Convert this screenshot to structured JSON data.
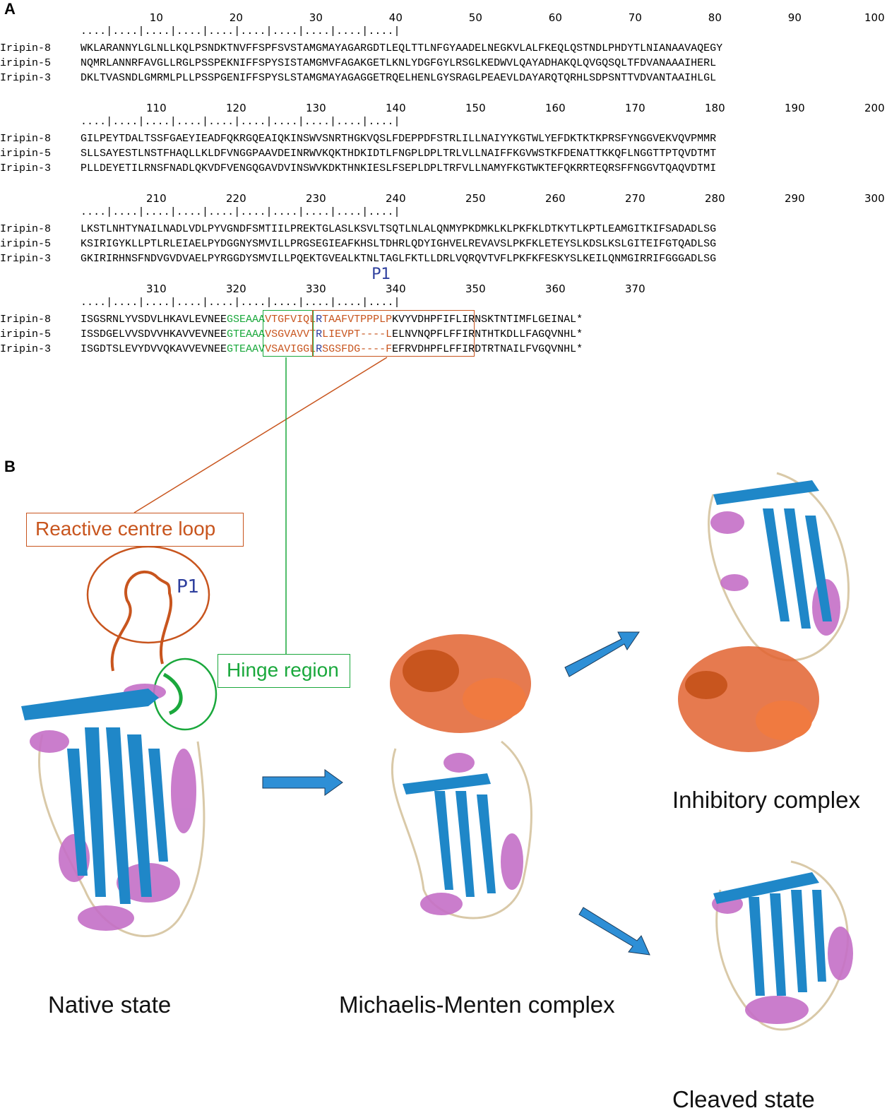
{
  "panels": {
    "a_label": "A",
    "b_label": "B"
  },
  "alignment": {
    "ruler_dots": ". . . . | . . . . | . . . . | . . . . | . . . . | . . . . | . . . . | . . . . | . . . . | . . . . |",
    "blocks": [
      {
        "ticks": [
          "10",
          "20",
          "30",
          "40",
          "50",
          "60",
          "70",
          "80",
          "90",
          "100"
        ],
        "rows": [
          {
            "name": "Iripin-8",
            "seq": "WKLARANNYLGLNLLKQLPSNDKTNVFFSPFSVSTAMGMAYAGARGDTLEQLTTLNFGYAADELNEGKVLALFKEQLQSTNDLPHDYTLNIANAAVAQEGY"
          },
          {
            "name": "iripin-5",
            "seq": "NQMRLANNRFAVGLLRGLPSSPEKNIFFSPYSISTAMGMVFAGAKGETLKNLYDGFGYLRSGLKEDWVLQAYADHAKQLQVGQSQLTFDVANAAAIHERL"
          },
          {
            "name": "Iripin-3",
            "seq": "DKLTVASNDLGMRMLPLLPSSPGENIFFSPYSLSTAMGMAYAGAGGETRQELHENLGYSRAGLPEAEVLDAYARQTQRHLSDPSNTTVDVANTAAIHLGL"
          }
        ]
      },
      {
        "ticks": [
          "110",
          "120",
          "130",
          "140",
          "150",
          "160",
          "170",
          "180",
          "190",
          "200"
        ],
        "rows": [
          {
            "name": "Iripin-8",
            "seq": "GILPEYTDALTSSFGAEYIEADFQKRGQEAIQKINSWVSNRTHGKVQSLFDEPPDFSTRLILLNAIYYKGTWLYEFDKTKTKPRSFYNGGVEKVQVPMMR"
          },
          {
            "name": "iripin-5",
            "seq": "SLLSAYESTLNSTFHAQLLKLDFVNGGPAAVDEINRWVKQKTHDKIDTLFNGPLDPLTRLVLLNAIFFKGVWSTKFDENATTKKQFLNGGTTPTQVDTMT"
          },
          {
            "name": "Iripin-3",
            "seq": "PLLDEYETILRNSFNADLQKVDFVENGQGAVDVINSWVKDKTHNKIESLFSEPLDPLTRFVLLNAMYFKGTWKTEFQKRRTEQRSFFNGGVTQAQVDTMI"
          }
        ]
      },
      {
        "ticks": [
          "210",
          "220",
          "230",
          "240",
          "250",
          "260",
          "270",
          "280",
          "290",
          "300"
        ],
        "rows": [
          {
            "name": "Iripin-8",
            "seq": "LKSTLNHTYNAILNADLVDLPYVGNDFSMTIILPREKTGLASLKSVLTSQTLNLALQNMYPKDMKLKLPKFKLDTKYTLKPTLEAMGITKIFSADADLSG"
          },
          {
            "name": "iripin-5",
            "seq": "KSIRIGYKLLPTLRLEIAELPYDGGNYSMVILLPRGSEGIEAFKHSLTDHRLQDYIGHVELREVAVSLPKFKLETEYSLKDSLKSLGITEIFGTQADLSG"
          },
          {
            "name": "Iripin-3",
            "seq": "GKIRIRHNSFNDVGVDVAELPYRGGDYSMVILLPQEKTGVEALKTNLTAGLFKTLLDRLVQRQVTVFLPKFKFESKYSLKEILQNMGIRRIFGGGADLSG"
          }
        ]
      },
      {
        "ticks": [
          "310",
          "320",
          "330",
          "340",
          "350",
          "360",
          "370"
        ],
        "p1_label": "P1",
        "rows": [
          {
            "name": "Iripin-8",
            "pre": "ISGSRNLYVSDVLHKAVLEVNEE",
            "hinge": "GSEAAA",
            "rcl_a": "VTGFVIQL",
            "p1": "R",
            "rcl_b": "TAAFVTPPPLP",
            "post": "KVYVDHPFIFLIRNSKTNTIMFLGEINAL*"
          },
          {
            "name": "iripin-5",
            "pre": "ISSDGELVVSDVVHKAVVEVNEE",
            "hinge": "GTEAAA",
            "rcl_a": "VSGVAVVT",
            "p1": "R",
            "rcl_b": "LIEVPT----L",
            "post": "ELNVNQPFLFFIRNTHTKDLLFAGQVNHL*"
          },
          {
            "name": "Iripin-3",
            "pre": "ISGDTSLEVYDVVQKAVVEVNEE",
            "hinge": "GTEAAV",
            "rcl_a": "VSAVIGGL",
            "p1": "R",
            "rcl_b": "SGSFDG----F",
            "post": "EFRVDHPFLFFIRDTRTNAILFVGQVNHL*"
          }
        ]
      }
    ]
  },
  "structure": {
    "rcl_label": "Reactive centre loop",
    "hinge_label": "Hinge region",
    "p1_label": "P1",
    "native_label": "Native state",
    "mm_label": "Michaelis-Menten complex",
    "inhibitory_label": "Inhibitory complex",
    "cleaved_label": "Cleaved state"
  },
  "colors": {
    "rcl": "#c8551e",
    "hinge": "#1aa83c",
    "p1": "#2e3f9e",
    "strand": "#1f87c8",
    "helix": "#c46fc7",
    "coil": "#d9c9a8",
    "protease": "#e26330",
    "arrow": "#2e8fd6"
  }
}
